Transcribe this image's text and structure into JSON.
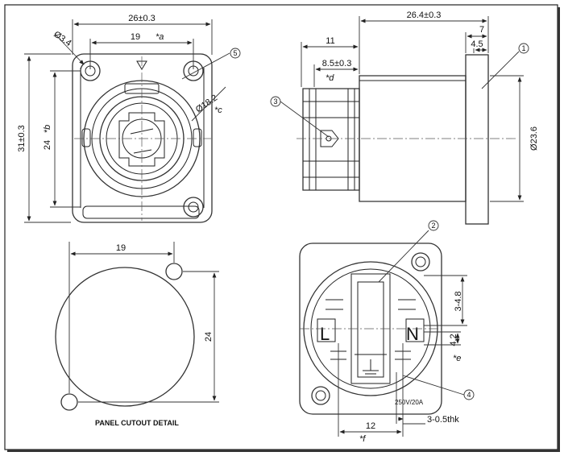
{
  "top_left": {
    "width": "26±0.3",
    "hole_pitch": "19",
    "hole_pitch_note": "*a",
    "hole_dia": "Ø3.4",
    "ring_dia": "Ø18.2",
    "ring_note": "*c",
    "height": "31±0.3",
    "height_pitch": "24",
    "height_pitch_note": "*b"
  },
  "top_right": {
    "overall": "26.4±0.3",
    "tail": "11",
    "pin": "8.5±0.3",
    "pin_note": "*d",
    "flange": "7",
    "flange_inner": "4.5",
    "body_dia": "Ø23.6"
  },
  "cutout": {
    "width": "19",
    "height": "24",
    "caption": "PANEL CUTOUT DETAIL"
  },
  "rear": {
    "slot_range": "3-4.8",
    "gap": "4.2",
    "gap_note": "*e",
    "left_mark": "L",
    "right_mark": "N",
    "rating": "250V/20A",
    "pitch": "12",
    "pitch_note": "*f",
    "thickness": "3-0.5thk"
  },
  "callouts": [
    "1",
    "2",
    "3",
    "4",
    "5"
  ]
}
